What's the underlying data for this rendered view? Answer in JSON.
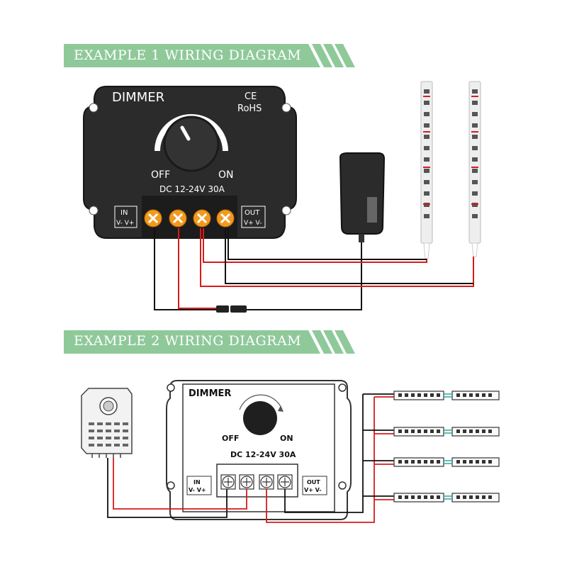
{
  "colors": {
    "banner": "#8fc99a",
    "wire_red": "#d81b1b",
    "wire_black": "#111111",
    "dimmer_body": "#2a2a2a",
    "terminal": "#f29a1e"
  },
  "example1": {
    "title": "EXAMPLE 1 WIRING DIAGRAM",
    "dimmer": {
      "brand": "DIMMER",
      "cert_ce": "CE",
      "cert_rohs": "RoHS",
      "off_label": "OFF",
      "on_label": "ON",
      "rating": "DC 12-24V 30A",
      "in_label": "IN",
      "in_pins": "V- V+",
      "out_label": "OUT",
      "out_pins": "V+ V-"
    },
    "components": [
      "power-adapter",
      "led-strip",
      "led-strip"
    ]
  },
  "example2": {
    "title": "EXAMPLE 2 WIRING DIAGRAM",
    "dimmer": {
      "brand": "DIMMER",
      "off_label": "OFF",
      "on_label": "ON",
      "rating": "DC 12-24V 30A",
      "in_label": "IN",
      "in_pins": "V- V+",
      "out_label": "OUT",
      "out_pins": "V+ V-"
    },
    "components": [
      "power-supply",
      "led-strip-row",
      "led-strip-row",
      "led-strip-row",
      "led-strip-row"
    ]
  }
}
